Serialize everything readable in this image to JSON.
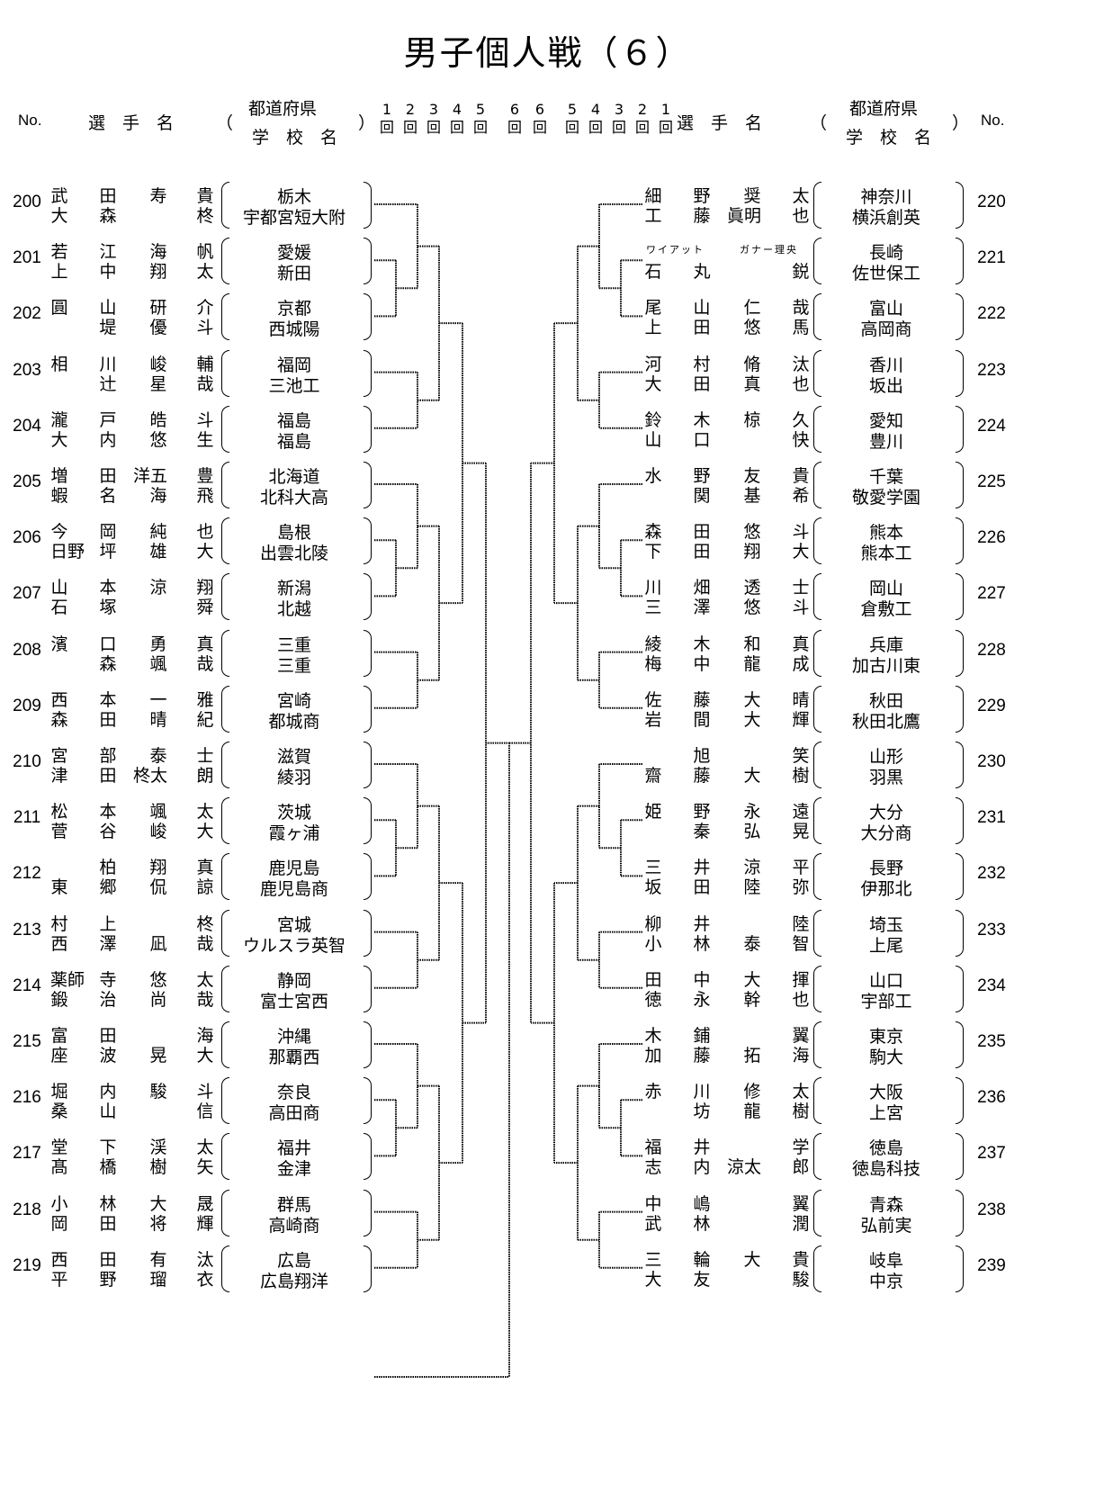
{
  "title": "男子個人戦（６）",
  "header": {
    "no": "No.",
    "player_name": "選　手　名",
    "pref": "都道府県",
    "school": "学　校　名",
    "paren_open": "（",
    "paren_close": "）",
    "rounds_left": [
      "1",
      "2",
      "3",
      "4",
      "5",
      "6"
    ],
    "rounds_right": [
      "6",
      "5",
      "4",
      "3",
      "2",
      "1"
    ],
    "round_kanji": "回"
  },
  "left": [
    {
      "no": "200",
      "p1": [
        "武",
        "田",
        "寿",
        "貴"
      ],
      "p2": [
        "大",
        "森",
        "",
        "柊"
      ],
      "pref": "栃木",
      "school": "宇都宮短大附"
    },
    {
      "no": "201",
      "p1": [
        "若",
        "江",
        "海",
        "帆"
      ],
      "p2": [
        "上",
        "中",
        "翔",
        "太"
      ],
      "pref": "愛媛",
      "school": "新田"
    },
    {
      "no": "202",
      "p1": [
        "圓",
        "山",
        "研",
        "介"
      ],
      "p2": [
        "",
        "堤",
        "優",
        "斗"
      ],
      "pref": "京都",
      "school": "西城陽"
    },
    {
      "no": "203",
      "p1": [
        "相",
        "川",
        "峻",
        "輔"
      ],
      "p2": [
        "",
        "辻",
        "星",
        "哉"
      ],
      "pref": "福岡",
      "school": "三池工"
    },
    {
      "no": "204",
      "p1": [
        "瀧",
        "戸",
        "皓",
        "斗"
      ],
      "p2": [
        "大",
        "内",
        "悠",
        "生"
      ],
      "pref": "福島",
      "school": "福島"
    },
    {
      "no": "205",
      "p1": [
        "増",
        "田",
        "洋五",
        "豊"
      ],
      "p2": [
        "蝦",
        "名",
        "海",
        "飛"
      ],
      "pref": "北海道",
      "school": "北科大高"
    },
    {
      "no": "206",
      "p1": [
        "今",
        "岡",
        "純",
        "也"
      ],
      "p2": [
        "日野",
        "坪",
        "雄",
        "大"
      ],
      "pref": "島根",
      "school": "出雲北陵"
    },
    {
      "no": "207",
      "p1": [
        "山",
        "本",
        "涼",
        "翔"
      ],
      "p2": [
        "石",
        "塚",
        "",
        "舜"
      ],
      "pref": "新潟",
      "school": "北越"
    },
    {
      "no": "208",
      "p1": [
        "濱",
        "口",
        "勇",
        "真"
      ],
      "p2": [
        "",
        "森",
        "颯",
        "哉"
      ],
      "pref": "三重",
      "school": "三重"
    },
    {
      "no": "209",
      "p1": [
        "西",
        "本",
        "一",
        "雅"
      ],
      "p2": [
        "森",
        "田",
        "晴",
        "紀"
      ],
      "pref": "宮崎",
      "school": "都城商"
    },
    {
      "no": "210",
      "p1": [
        "宮",
        "部",
        "泰",
        "士"
      ],
      "p2": [
        "津",
        "田",
        "柊太",
        "朗"
      ],
      "pref": "滋賀",
      "school": "綾羽"
    },
    {
      "no": "211",
      "p1": [
        "松",
        "本",
        "颯",
        "太"
      ],
      "p2": [
        "菅",
        "谷",
        "峻",
        "大"
      ],
      "pref": "茨城",
      "school": "霞ヶ浦"
    },
    {
      "no": "212",
      "p1": [
        "",
        "柏",
        "翔",
        "真"
      ],
      "p2": [
        "東",
        "郷",
        "侃",
        "諒"
      ],
      "pref": "鹿児島",
      "school": "鹿児島商"
    },
    {
      "no": "213",
      "p1": [
        "村",
        "上",
        "",
        "柊"
      ],
      "p2": [
        "西",
        "澤",
        "凪",
        "哉"
      ],
      "pref": "宮城",
      "school": "ウルスラ英智"
    },
    {
      "no": "214",
      "p1": [
        "薬師",
        "寺",
        "悠",
        "太"
      ],
      "p2": [
        "鍛",
        "治",
        "尚",
        "哉"
      ],
      "pref": "静岡",
      "school": "富士宮西"
    },
    {
      "no": "215",
      "p1": [
        "富",
        "田",
        "",
        "海"
      ],
      "p2": [
        "座",
        "波",
        "晃",
        "大"
      ],
      "pref": "沖縄",
      "school": "那覇西"
    },
    {
      "no": "216",
      "p1": [
        "堀",
        "内",
        "駿",
        "斗"
      ],
      "p2": [
        "桑",
        "山",
        "",
        "信"
      ],
      "pref": "奈良",
      "school": "高田商"
    },
    {
      "no": "217",
      "p1": [
        "堂",
        "下",
        "渓",
        "太"
      ],
      "p2": [
        "髙",
        "橋",
        "樹",
        "矢"
      ],
      "pref": "福井",
      "school": "金津"
    },
    {
      "no": "218",
      "p1": [
        "小",
        "林",
        "大",
        "晟"
      ],
      "p2": [
        "岡",
        "田",
        "将",
        "輝"
      ],
      "pref": "群馬",
      "school": "高崎商"
    },
    {
      "no": "219",
      "p1": [
        "西",
        "田",
        "有",
        "汰"
      ],
      "p2": [
        "平",
        "野",
        "瑠",
        "衣"
      ],
      "pref": "広島",
      "school": "広島翔洋"
    }
  ],
  "right": [
    {
      "no": "220",
      "p1": [
        "細",
        "野",
        "奨",
        "太"
      ],
      "p2": [
        "工",
        "藤",
        "眞明",
        "也"
      ],
      "pref": "神奈川",
      "school": "横浜創英"
    },
    {
      "no": "221",
      "ruby": [
        "ワイアット",
        "ガナー理央"
      ],
      "p1": [
        "",
        "",
        "",
        ""
      ],
      "p2": [
        "石",
        "丸",
        "",
        "鋭"
      ],
      "pref": "長崎",
      "school": "佐世保工"
    },
    {
      "no": "222",
      "p1": [
        "尾",
        "山",
        "仁",
        "哉"
      ],
      "p2": [
        "上",
        "田",
        "悠",
        "馬"
      ],
      "pref": "富山",
      "school": "高岡商"
    },
    {
      "no": "223",
      "p1": [
        "河",
        "村",
        "脩",
        "汰"
      ],
      "p2": [
        "大",
        "田",
        "真",
        "也"
      ],
      "pref": "香川",
      "school": "坂出"
    },
    {
      "no": "224",
      "p1": [
        "鈴",
        "木",
        "椋",
        "久"
      ],
      "p2": [
        "山",
        "口",
        "",
        "快"
      ],
      "pref": "愛知",
      "school": "豊川"
    },
    {
      "no": "225",
      "p1": [
        "水",
        "野",
        "友",
        "貴"
      ],
      "p2": [
        "",
        "関",
        "基",
        "希"
      ],
      "pref": "千葉",
      "school": "敬愛学園"
    },
    {
      "no": "226",
      "p1": [
        "森",
        "田",
        "悠",
        "斗"
      ],
      "p2": [
        "下",
        "田",
        "翔",
        "大"
      ],
      "pref": "熊本",
      "school": "熊本工"
    },
    {
      "no": "227",
      "p1": [
        "川",
        "畑",
        "透",
        "士"
      ],
      "p2": [
        "三",
        "澤",
        "悠",
        "斗"
      ],
      "pref": "岡山",
      "school": "倉敷工"
    },
    {
      "no": "228",
      "p1": [
        "綾",
        "木",
        "和",
        "真"
      ],
      "p2": [
        "梅",
        "中",
        "龍",
        "成"
      ],
      "pref": "兵庫",
      "school": "加古川東"
    },
    {
      "no": "229",
      "p1": [
        "佐",
        "藤",
        "大",
        "晴"
      ],
      "p2": [
        "岩",
        "間",
        "大",
        "輝"
      ],
      "pref": "秋田",
      "school": "秋田北鷹"
    },
    {
      "no": "230",
      "p1": [
        "",
        "旭",
        "",
        "笑"
      ],
      "p2": [
        "齋",
        "藤",
        "大",
        "樹"
      ],
      "pref": "山形",
      "school": "羽黒"
    },
    {
      "no": "231",
      "p1": [
        "姫",
        "野",
        "永",
        "遠"
      ],
      "p2": [
        "",
        "秦",
        "弘",
        "晃"
      ],
      "pref": "大分",
      "school": "大分商"
    },
    {
      "no": "232",
      "p1": [
        "三",
        "井",
        "涼",
        "平"
      ],
      "p2": [
        "坂",
        "田",
        "陸",
        "弥"
      ],
      "pref": "長野",
      "school": "伊那北"
    },
    {
      "no": "233",
      "p1": [
        "柳",
        "井",
        "",
        "陸"
      ],
      "p2": [
        "小",
        "林",
        "泰",
        "智"
      ],
      "pref": "埼玉",
      "school": "上尾"
    },
    {
      "no": "234",
      "p1": [
        "田",
        "中",
        "大",
        "揮"
      ],
      "p2": [
        "徳",
        "永",
        "幹",
        "也"
      ],
      "pref": "山口",
      "school": "宇部工"
    },
    {
      "no": "235",
      "p1": [
        "木",
        "鋪",
        "",
        "翼"
      ],
      "p2": [
        "加",
        "藤",
        "拓",
        "海"
      ],
      "pref": "東京",
      "school": "駒大"
    },
    {
      "no": "236",
      "p1": [
        "赤",
        "川",
        "修",
        "太"
      ],
      "p2": [
        "",
        "坊",
        "龍",
        "樹"
      ],
      "pref": "大阪",
      "school": "上宮"
    },
    {
      "no": "237",
      "p1": [
        "福",
        "井",
        "",
        "学"
      ],
      "p2": [
        "志",
        "内",
        "涼太",
        "郎"
      ],
      "pref": "徳島",
      "school": "徳島科技"
    },
    {
      "no": "238",
      "p1": [
        "中",
        "嶋",
        "",
        "翼"
      ],
      "p2": [
        "武",
        "林",
        "",
        "潤"
      ],
      "pref": "青森",
      "school": "弘前実"
    },
    {
      "no": "239",
      "p1": [
        "三",
        "輪",
        "大",
        "貴"
      ],
      "p2": [
        "大",
        "友",
        "",
        "駿"
      ],
      "pref": "岐阜",
      "school": "中京"
    }
  ]
}
